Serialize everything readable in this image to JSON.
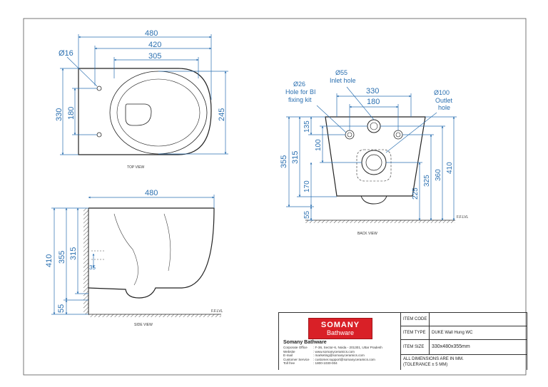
{
  "views": {
    "top": "TOP VIEW",
    "side": "SIDE VIEW",
    "back": "BACK VIEW"
  },
  "dimensions": {
    "top": {
      "overall_width": "480",
      "mid_width": "420",
      "inner_width": "305",
      "hole_dia": "Ø16",
      "overall_depth": "330",
      "hole_spacing": "180",
      "bowl_depth": "245"
    },
    "side": {
      "width": "480",
      "height_total": "410",
      "height_mid": "355",
      "height_inner": "315",
      "small": "35",
      "base": "55",
      "ffl": "F.F.LVL"
    },
    "back": {
      "dia_55": "Ø55",
      "inlet": "Inlet hole",
      "dia_26": "Ø26",
      "bi_hole": "Hole for BI",
      "fixing": "fixing kit",
      "dia_100": "Ø100",
      "outlet": "Outlet",
      "hole": "hole",
      "width_330": "330",
      "width_180": "180",
      "h355": "355",
      "h315": "315",
      "h135": "135",
      "h100": "100",
      "h170": "170",
      "h55": "55",
      "h225": "225",
      "h325": "325",
      "h360": "360",
      "h410": "410",
      "ffl": "F.F.LVL"
    }
  },
  "title_block": {
    "logo_main": "SOMANY",
    "logo_sub": "Bathware",
    "company": "Somany Bathware",
    "info": [
      {
        "k": "Corporate Office",
        "v": ": F-36, Sector-6, Noida - 201301, Uttar Pradesh"
      },
      {
        "k": "Website",
        "v": ": www.somanyceramics.com"
      },
      {
        "k": "E-mail",
        "v": ": marketing@somanyceramics.com"
      },
      {
        "k": "Customer Service",
        "v": ": customer.support@somanyceramics.com"
      },
      {
        "k": "Toll free",
        "v": ": 1800-1030-004"
      }
    ],
    "item_code_label": "ITEM CODE",
    "item_code_value": "",
    "item_type_label": "ITEM TYPE",
    "item_type_value": "DUKE Wall Hung WC",
    "item_size_label": "ITEM SIZE",
    "item_size_value": "330x480x355mm",
    "note_line1": "ALL DIMENSIONS ARE IN MM.",
    "note_line2": "(TOLERANCE ± 5 MM)"
  },
  "colors": {
    "dimension": "#2a6fb0",
    "outline": "#222222",
    "brand": "#d92027"
  }
}
